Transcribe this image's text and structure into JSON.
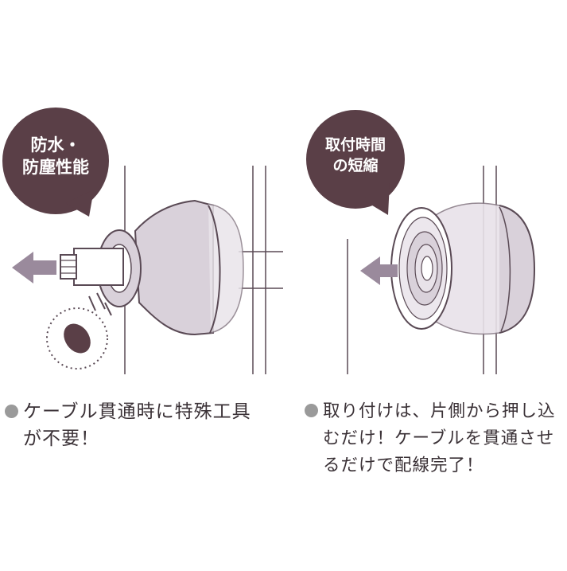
{
  "left_panel": {
    "bubble_line1": "防水・",
    "bubble_line2": "防塵性能",
    "caption_line1": "ケーブル貫通時に特殊工具",
    "caption_line2": "が不要！"
  },
  "right_panel": {
    "bubble_line1": "取付時間",
    "bubble_line2": "の短縮",
    "caption_line1": "取り付けは、片側から押し込",
    "caption_line2": "むだけ！ケーブルを貫通させ",
    "caption_line3": "るだけで配線完了！"
  },
  "colors": {
    "bubble": "#5a3f47",
    "grommet": "#d9d1da",
    "outline": "#5a4a55",
    "arrow": "#9a8a9c",
    "bullet": "#9a9a9a"
  },
  "icons": [
    "left-arrow-icon",
    "dust-particle-icon",
    "bullet-dot-icon"
  ]
}
